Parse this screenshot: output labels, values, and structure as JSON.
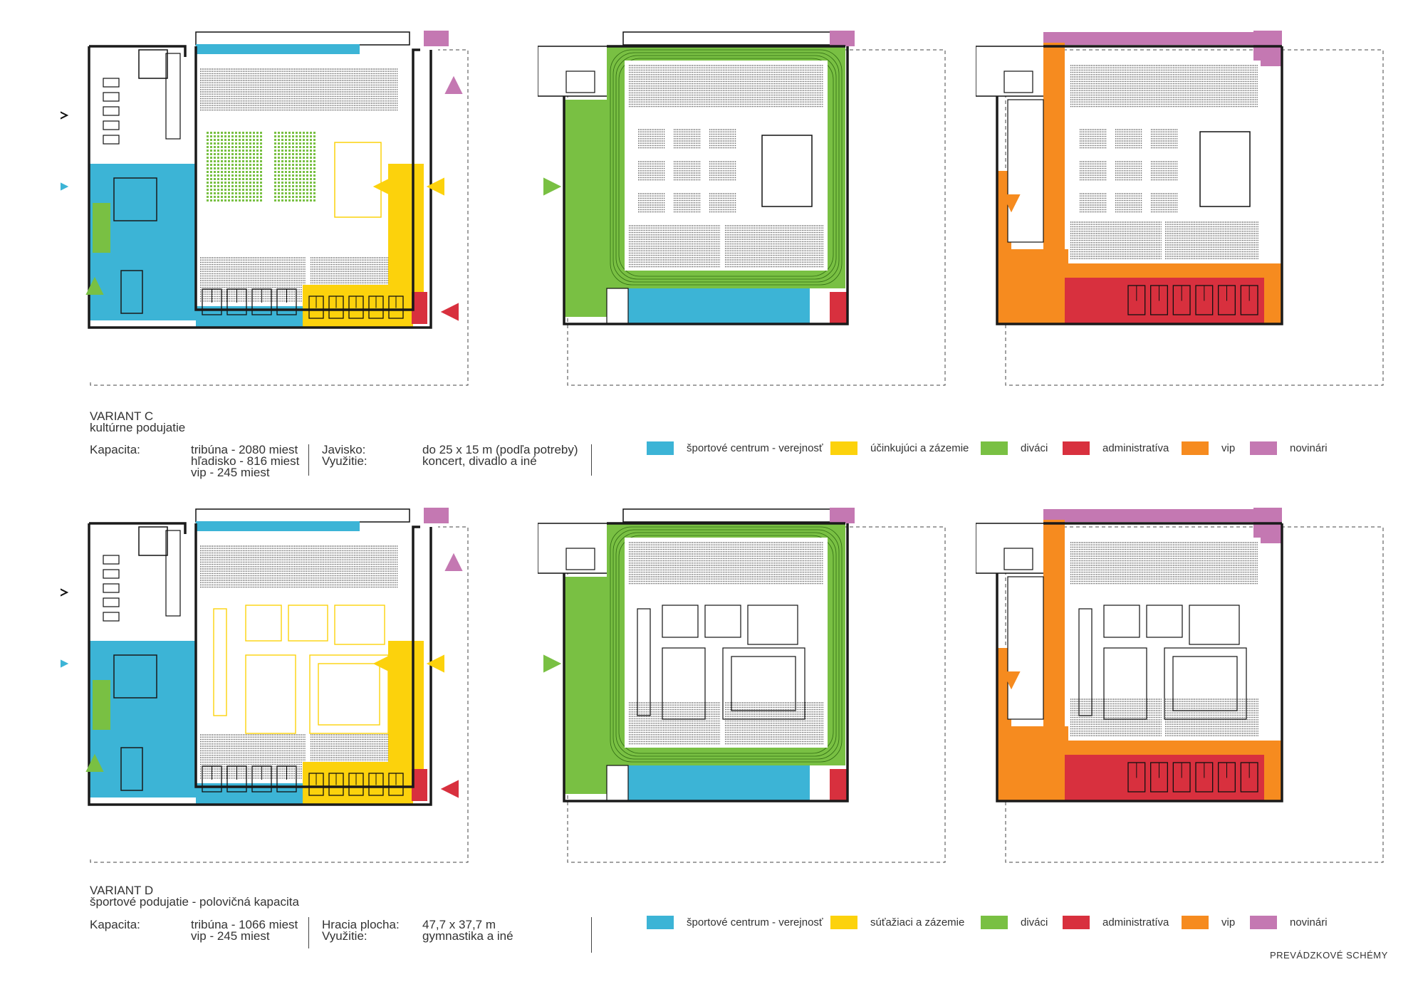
{
  "colors": {
    "public": "#3cb4d6",
    "performers": "#fcd20c",
    "spectators": "#79c043",
    "admin": "#d8303e",
    "vip": "#f68b1f",
    "press": "#c478b2",
    "wall": "#1a1a1a"
  },
  "variant_c": {
    "title": "VARIANT C",
    "subtitle": "kultúrne podujatie",
    "capacity_label": "Kapacita:",
    "capacity_lines": [
      "tribúna - 2080 miest",
      "hľadisko - 816 miest",
      "vip - 245 miest"
    ],
    "stage_label": "Javisko:",
    "stage_value": "do 25 x 15 m (podľa potreby)",
    "use_label": "Využitie:",
    "use_value": "koncert, divadlo a iné",
    "legend": [
      {
        "label": "športové centrum - verejnosť",
        "color": "#3cb4d6"
      },
      {
        "label": "účinkujúci a zázemie",
        "color": "#fcd20c"
      },
      {
        "label": "diváci",
        "color": "#79c043"
      },
      {
        "label": "administratíva",
        "color": "#d8303e"
      },
      {
        "label": "vip",
        "color": "#f68b1f"
      },
      {
        "label": "novinári",
        "color": "#c478b2"
      }
    ]
  },
  "variant_d": {
    "title": "VARIANT D",
    "subtitle": "športové podujatie - polovičná kapacita",
    "capacity_label": "Kapacita:",
    "capacity_lines": [
      "tribúna - 1066 miest",
      "vip - 245 miest"
    ],
    "area_label": "Hracia plocha:",
    "area_value": "47,7 x 37,7 m",
    "use_label": "Využitie:",
    "use_value": "gymnastika a iné",
    "legend": [
      {
        "label": "športové centrum - verejnosť",
        "color": "#3cb4d6"
      },
      {
        "label": "súťažiaci a zázemie",
        "color": "#fcd20c"
      },
      {
        "label": "diváci",
        "color": "#79c043"
      },
      {
        "label": "administratíva",
        "color": "#d8303e"
      },
      {
        "label": "vip",
        "color": "#f68b1f"
      },
      {
        "label": "novinári",
        "color": "#c478b2"
      }
    ]
  },
  "footer": "PREVÁDZKOVÉ SCHÉMY"
}
